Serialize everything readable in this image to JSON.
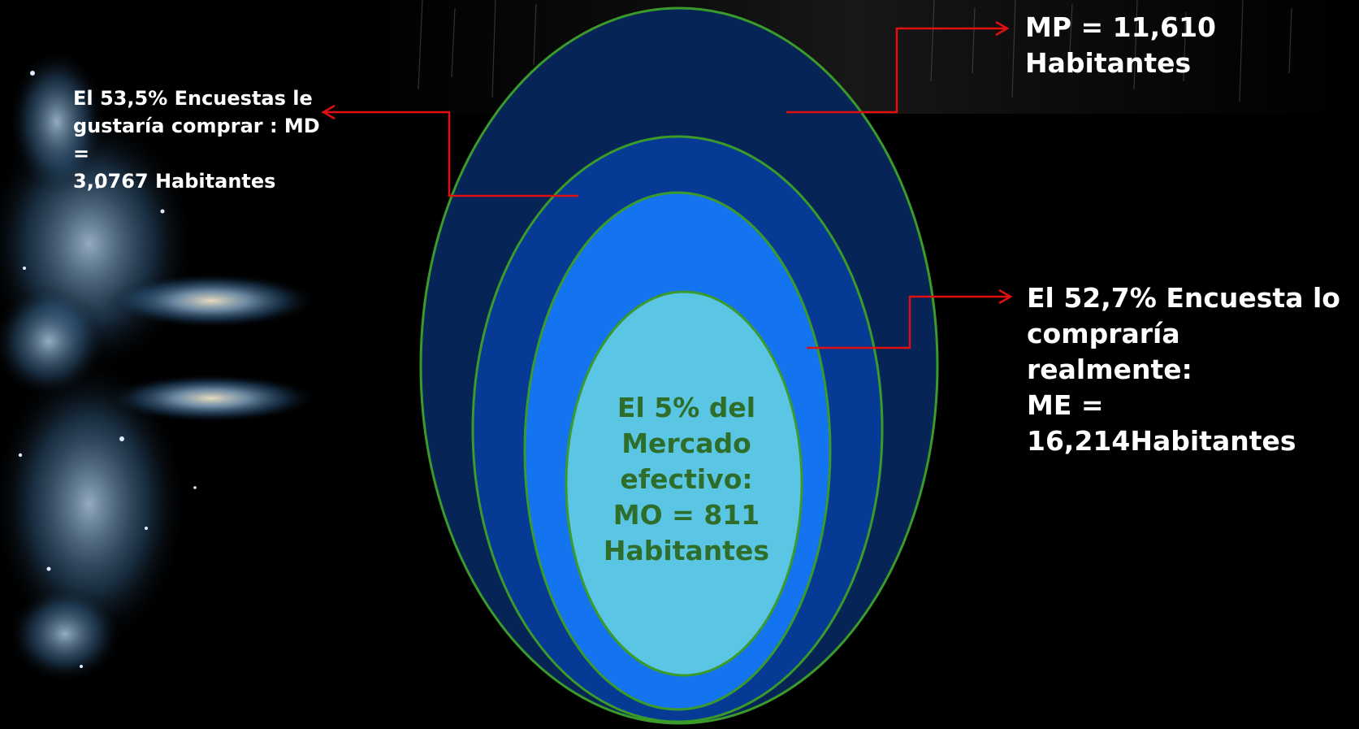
{
  "colors": {
    "background": "#000000",
    "ring_mp": "#062456",
    "ring_md": "#073a94",
    "ring_me": "#1474f0",
    "core_mo": "#5bc6e4",
    "outline": "#3a9a2a",
    "arrow": "#e01010",
    "label_text": "#ffffff",
    "core_text": "#2f6e2a"
  },
  "decorations": {
    "left_image": "nebula-galaxy-image",
    "background_texture": "dark-streak-texture"
  },
  "labels": {
    "mp": "MP = 11,610\n Habitantes",
    "md": "El 53,5%  Encuestas  le\ngustaría comprar : MD =\n3,0767 Habitantes",
    "me": "El 52,7% Encuesta lo\ncompraría realmente:\nME =\n16,214Habitantes",
    "mo": "El 5% del\nMercado\nefectivo:\nMO = 811\nHabitantes"
  }
}
